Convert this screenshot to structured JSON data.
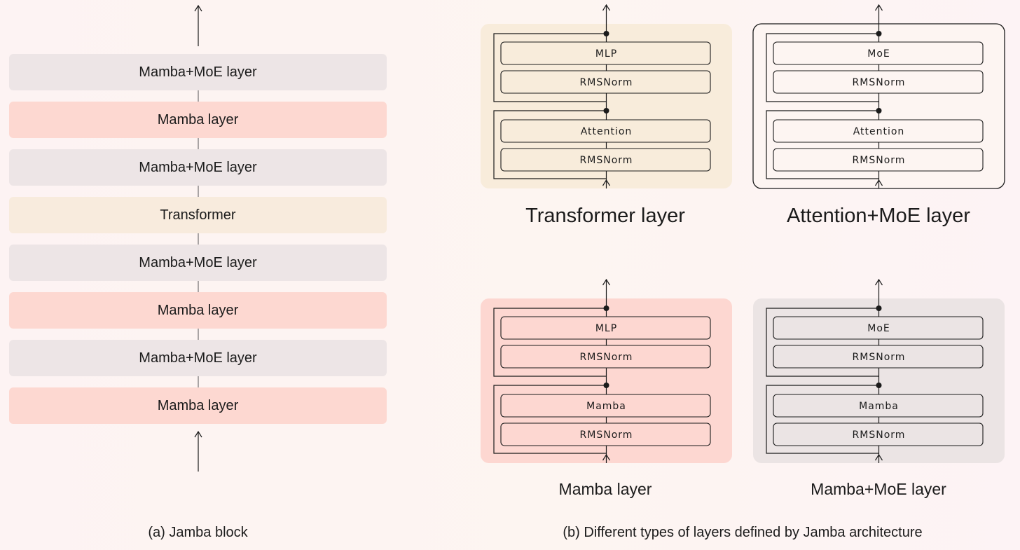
{
  "block": {
    "layers": [
      {
        "label": "Mamba+MoE layer",
        "color": "#ede5e6"
      },
      {
        "label": "Mamba layer",
        "color": "#fdd8d1"
      },
      {
        "label": "Mamba+MoE layer",
        "color": "#ede5e6"
      },
      {
        "label": "Transformer",
        "color": "#f8ebdd"
      },
      {
        "label": "Mamba+MoE layer",
        "color": "#ede5e6"
      },
      {
        "label": "Mamba layer",
        "color": "#fdd8d1"
      },
      {
        "label": "Mamba+MoE layer",
        "color": "#ede5e6"
      },
      {
        "label": "Mamba layer",
        "color": "#fdd8d1"
      }
    ],
    "caption": "(a) Jamba block"
  },
  "panels": [
    {
      "title": "Transformer layer",
      "fill": "#f8ecdb",
      "border": "none",
      "modules": [
        "MLP",
        "RMSNorm",
        "Attention",
        "RMSNorm"
      ]
    },
    {
      "title": "Attention+MoE layer",
      "fill": "#fdf5f2",
      "border": "#1b1b1b",
      "modules": [
        "MoE",
        "RMSNorm",
        "Attention",
        "RMSNorm"
      ]
    },
    {
      "title": "Mamba layer",
      "fill": "#fdd7d1",
      "border": "none",
      "modules": [
        "MLP",
        "RMSNorm",
        "Mamba",
        "RMSNorm"
      ]
    },
    {
      "title": "Mamba+MoE layer",
      "fill": "#ebe4e4",
      "border": "none",
      "modules": [
        "MoE",
        "RMSNorm",
        "Mamba",
        "RMSNorm"
      ]
    }
  ],
  "caption_b": "(b) Different types of layers defined by Jamba architecture"
}
